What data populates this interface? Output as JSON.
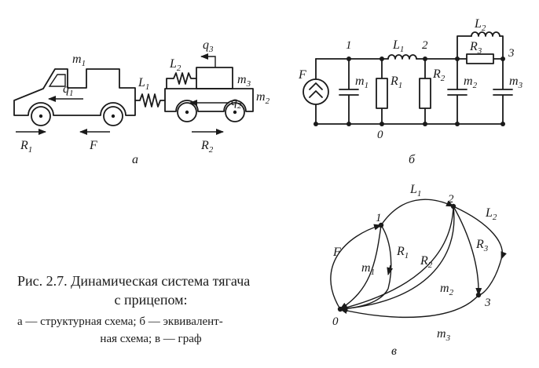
{
  "figure": {
    "caption_line1": "Рис. 2.7. Динамическая система тягача",
    "caption_line2": "с прицепом:",
    "legend_line1": "а — структурная схема; б — эквивалент-",
    "legend_line2": "ная схема; в — граф",
    "panel_a_label": "а",
    "panel_b_label": "б",
    "panel_c_label": "в"
  },
  "panel_a": {
    "m1": "m",
    "m1_sub": "1",
    "q1": "q",
    "q1_sub": "1",
    "L1": "L",
    "L1_sub": "1",
    "L2": "L",
    "L2_sub": "2",
    "q3": "q",
    "q3_sub": "3",
    "m3": "m",
    "m3_sub": "3",
    "q2": "q",
    "q2_sub": "2",
    "m2": "m",
    "m2_sub": "2",
    "R1": "R",
    "R1_sub": "1",
    "F": "F",
    "R2": "R",
    "R2_sub": "2"
  },
  "panel_b": {
    "F": "F",
    "node1": "1",
    "node2": "2",
    "node3": "3",
    "node0": "0",
    "m1": "m",
    "m1_sub": "1",
    "R1": "R",
    "R1_sub": "1",
    "L1": "L",
    "L1_sub": "1",
    "R2": "R",
    "R2_sub": "2",
    "m2": "m",
    "m2_sub": "2",
    "L2": "L",
    "L2_sub": "2",
    "R3": "R",
    "R3_sub": "3",
    "m3": "m",
    "m3_sub": "3"
  },
  "panel_c": {
    "node0": "0",
    "node1": "1",
    "node2": "2",
    "node3": "3",
    "L1": "L",
    "L1_sub": "1",
    "L2": "L",
    "L2_sub": "2",
    "F": "F",
    "R1": "R",
    "R1_sub": "1",
    "m1": "m",
    "m1_sub": "1",
    "R2": "R",
    "R2_sub": "2",
    "m2": "m",
    "m2_sub": "2",
    "R3": "R",
    "R3_sub": "3",
    "m3": "m",
    "m3_sub": "3"
  }
}
